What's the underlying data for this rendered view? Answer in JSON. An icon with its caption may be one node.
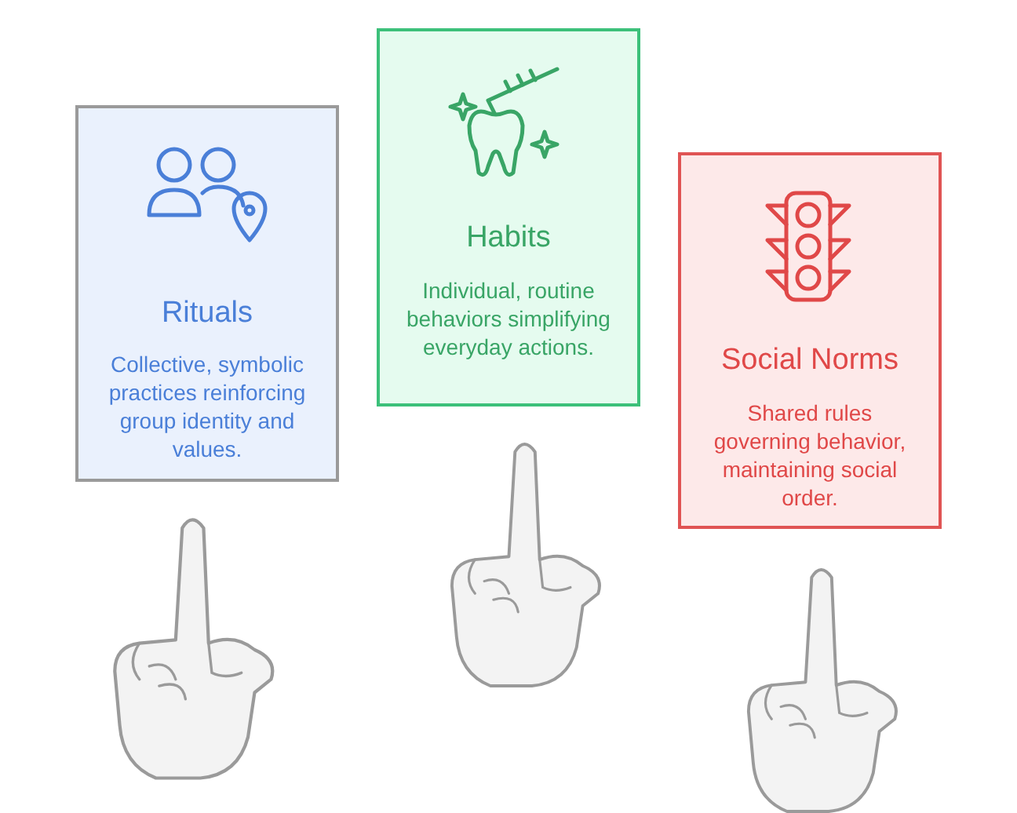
{
  "diagram": {
    "nodes": [
      {
        "text": [
          "Rituals",
          "Collective, symbolic practices reinforcing group identity and values."
        ]
      },
      {
        "text": [
          "Habits",
          "Individual, routine behaviors simplifying everyday actions."
        ]
      },
      {
        "text": [
          "Social Norms",
          "Shared rules governing behavior, maintaining social order."
        ]
      }
    ]
  }
}
